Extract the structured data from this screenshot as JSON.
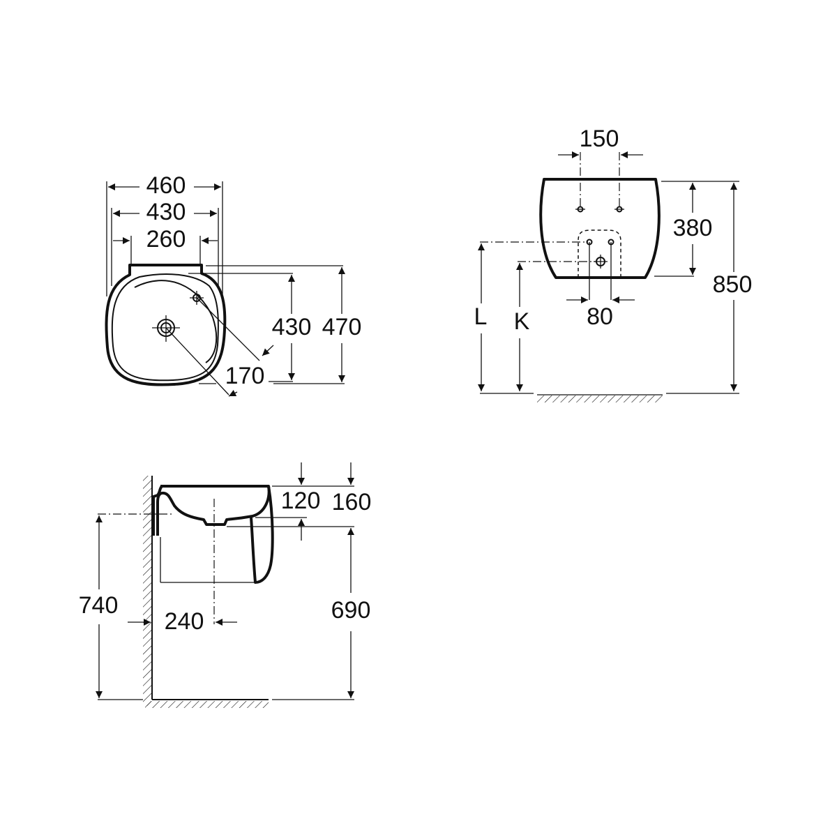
{
  "drawing": {
    "top_view": {
      "width_outer": "460",
      "width_inner": "430",
      "width_back": "260",
      "depth_inner": "430",
      "depth_outer": "470",
      "tap_to_drain": "170"
    },
    "front_view": {
      "fixing_spacing": "150",
      "height_basin": "380",
      "total_height": "850",
      "supply_spacing": "80",
      "supply_height_label": "L",
      "drain_height_label": "K"
    },
    "side_view": {
      "bowl_depth": "120",
      "drain_depth": "160",
      "fixing_height": "740",
      "drain_wall_distance": "240",
      "outlet_height": "690"
    },
    "colors": {
      "line": "#111111",
      "background": "#ffffff"
    }
  }
}
